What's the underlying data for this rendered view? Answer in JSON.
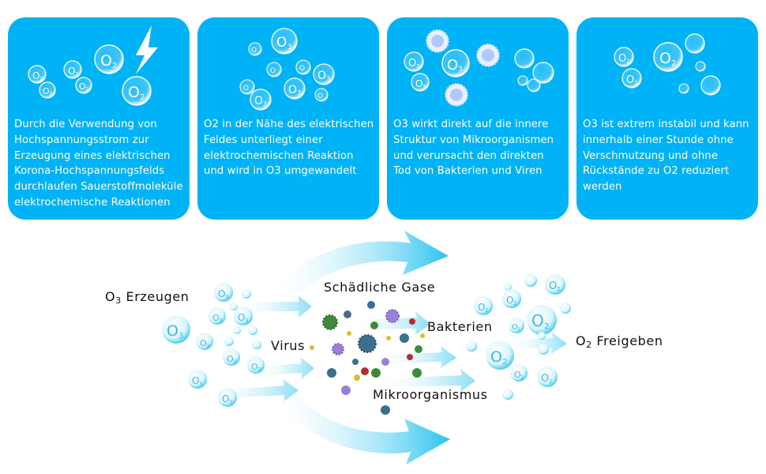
{
  "cards": [
    {
      "text": "Durch die Verwendung von Hochspannungsstrom zur Erzeugung eines elektrischen Korona-Hochspannungsfelds durchlaufen Sauerstoffmoleküle elektrochemische Reaktionen",
      "bubble": "O₂",
      "icon": "lightning-bolt-icon"
    },
    {
      "text": "O2 in der Nähe des elektrischen Feldes unterliegt einer elektrochemischen Reaktion und wird in O3 umgewandelt",
      "bubble": "O₃"
    },
    {
      "text": "O3 wirkt direkt auf die innere Struktur von Mikroorganismen und verursacht den direkten Tod von Bakterien und Viren",
      "bubble": "O₃",
      "icon": "virus-icon"
    },
    {
      "text": "O3 ist extrem instabil und kann innerhalb einer Stunde ohne Verschmutzung und ohne Rückstände zu O2 reduziert werden",
      "bubble": "O₂"
    }
  ],
  "flow": {
    "o3_prefix": "O",
    "o3_sub": "3",
    "o3_suffix": " Erzeugen",
    "o2_prefix": "O",
    "o2_sub": "2",
    "o2_suffix": " Freigeben",
    "gases": "Schädliche Gase",
    "virus": "Virus",
    "bacteria": "Bakterien",
    "microorganism": "Mikroorganismus"
  },
  "colors": {
    "card_bg": "#00b2f6",
    "arrow": "#38c8ee",
    "bubble_ring": "#5fd4f2"
  }
}
